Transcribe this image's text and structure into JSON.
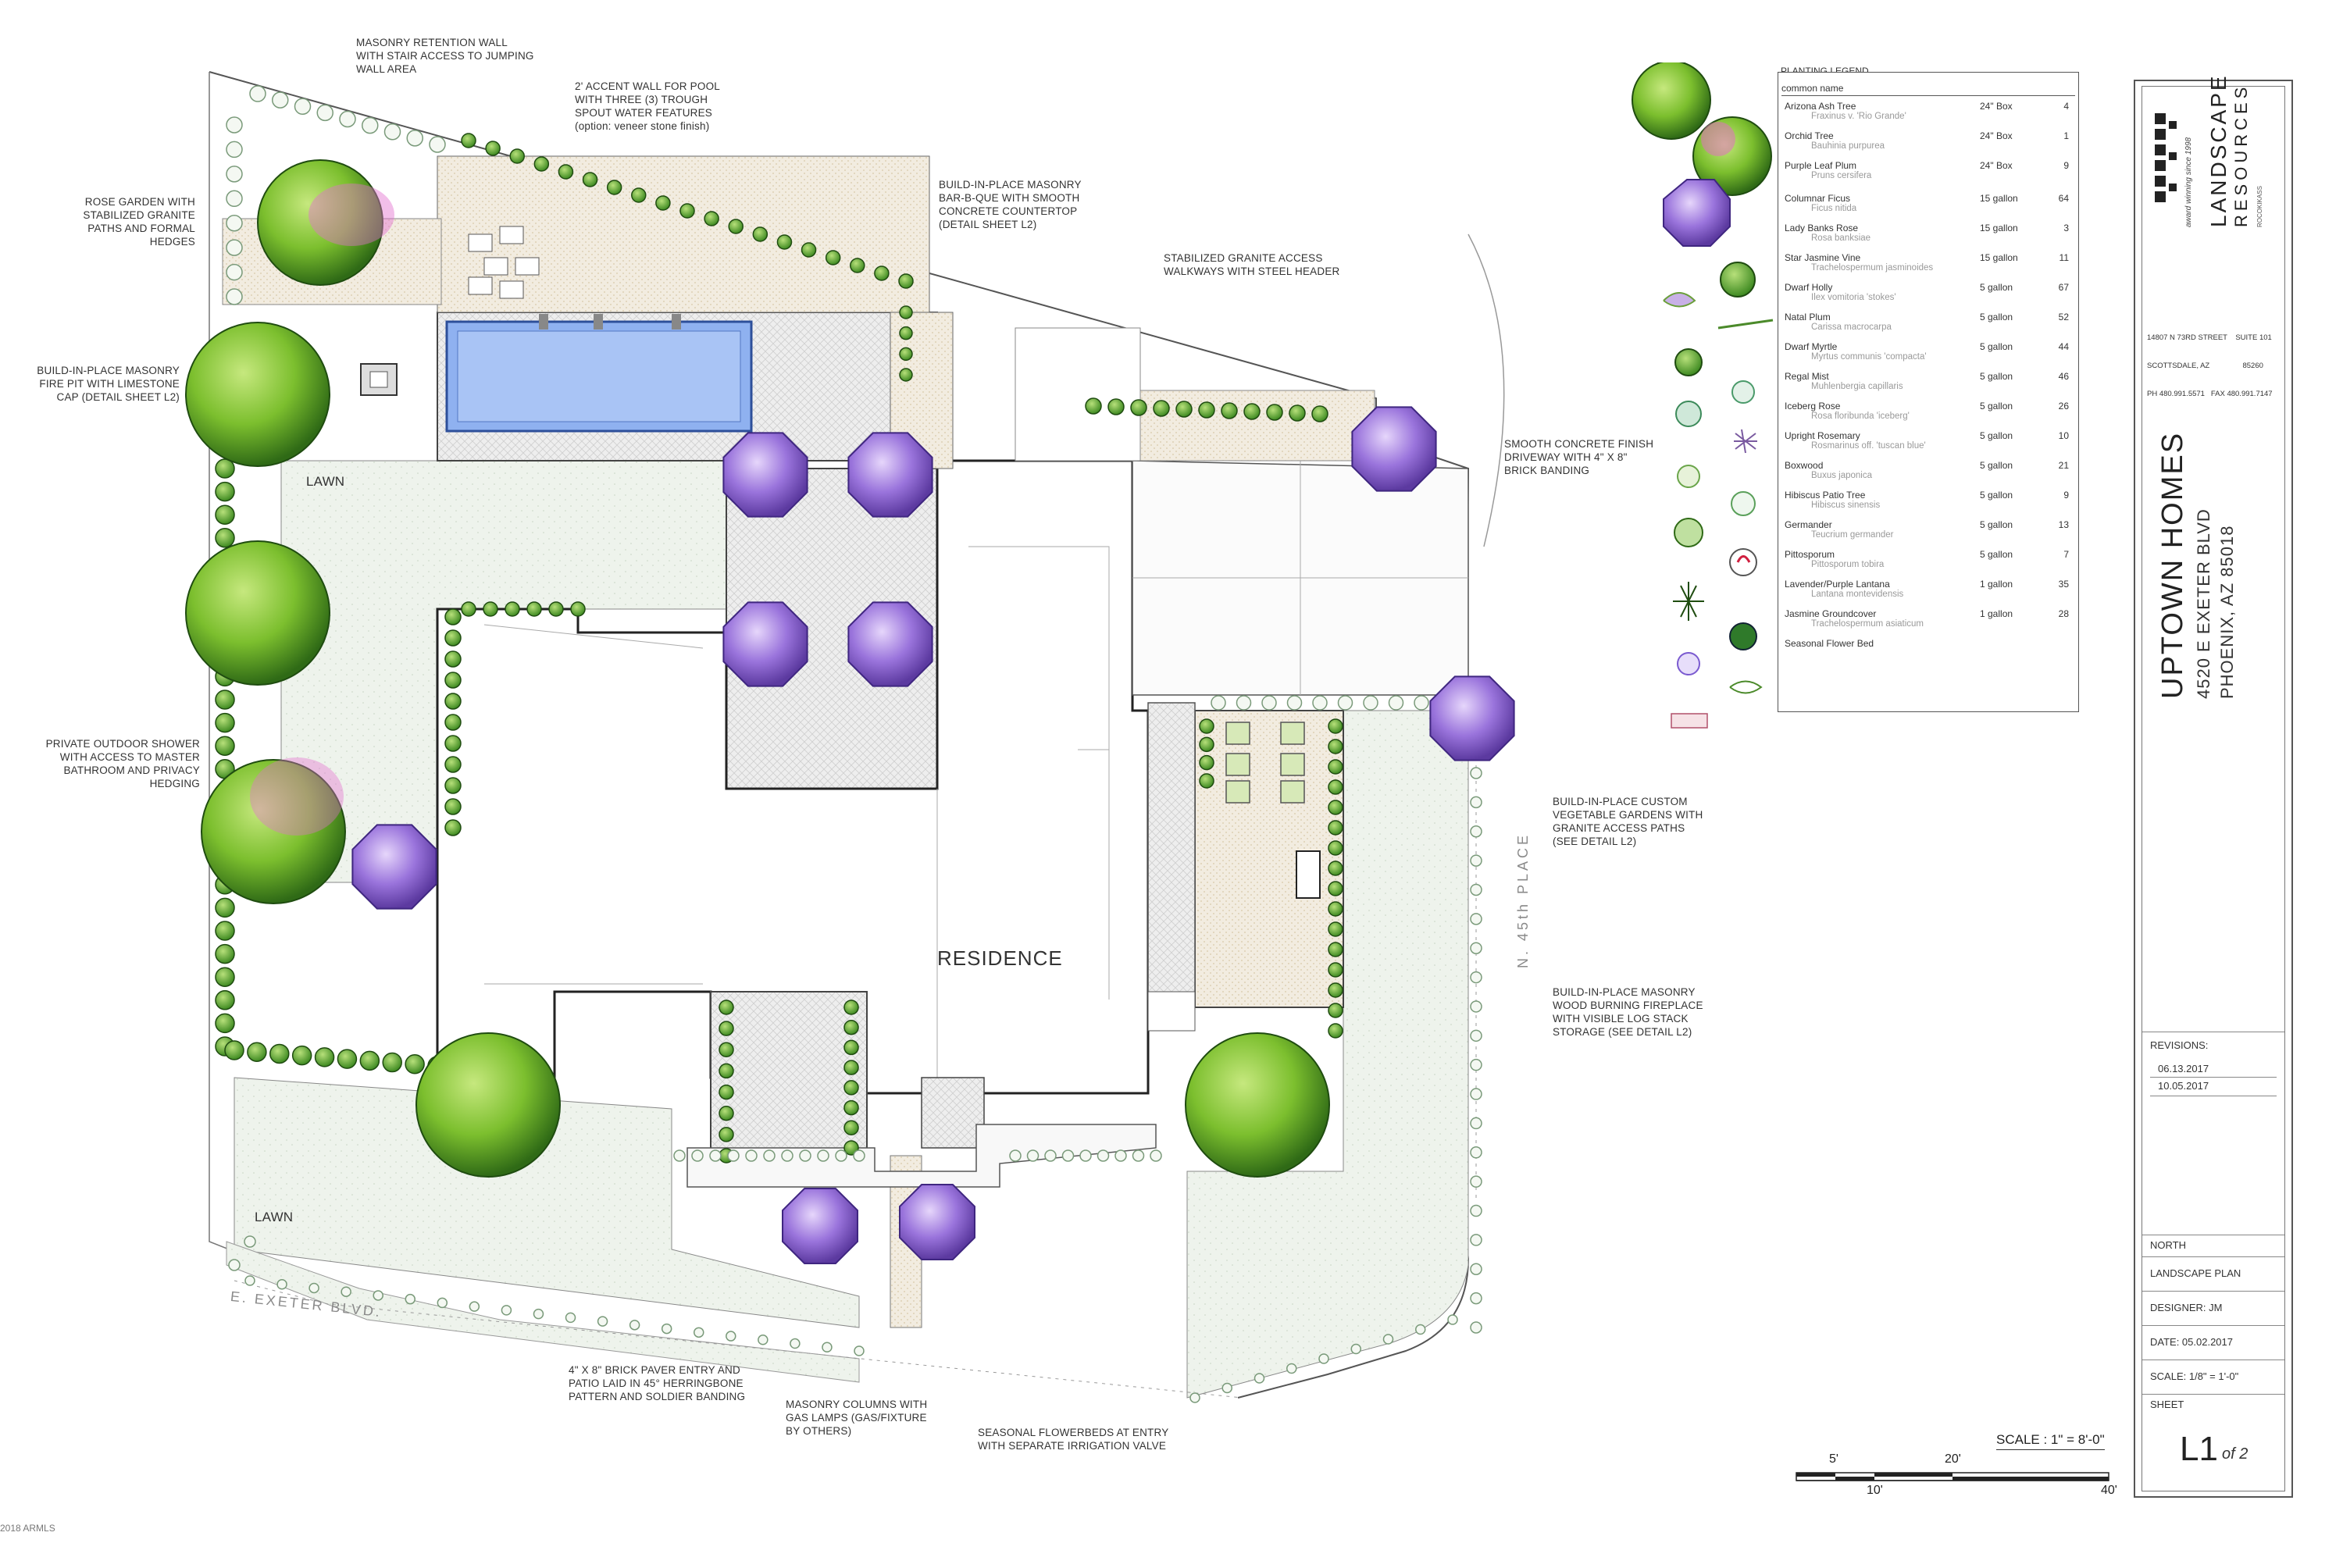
{
  "plan": {
    "residence_label": "RESIDENCE",
    "lawn_north": "LAWN",
    "lawn_south": "LAWN",
    "street_south": "E. EXETER BLVD.",
    "street_east": "N. 45th PLACE"
  },
  "annotations": {
    "retention_wall": [
      "MASONRY RETENTION WALL",
      "WITH STAIR ACCESS TO JUMPING",
      "WALL AREA"
    ],
    "accent_wall": [
      "2' ACCENT WALL FOR POOL",
      "WITH THREE (3) TROUGH",
      "SPOUT WATER FEATURES",
      "(option: veneer stone finish)"
    ],
    "rose_garden": [
      "ROSE GARDEN WITH",
      "STABILIZED GRANITE",
      "PATHS AND FORMAL HEDGES"
    ],
    "bbq": [
      "BUILD-IN-PLACE MASONRY",
      "BAR-B-QUE WITH SMOOTH",
      "CONCRETE COUNTERTOP",
      "(DETAIL SHEET L2)"
    ],
    "granite_walkways": [
      "STABILIZED GRANITE ACCESS",
      "WALKWAYS WITH STEEL HEADER"
    ],
    "fire_pit": [
      "BUILD-IN-PLACE MASONRY",
      "FIRE PIT WITH LIMESTONE",
      "CAP (DETAIL SHEET L2)"
    ],
    "driveway": [
      "SMOOTH CONCRETE FINISH",
      "DRIVEWAY WITH 4\" X 8\"",
      "BRICK BANDING"
    ],
    "shower": [
      "PRIVATE OUTDOOR SHOWER",
      "WITH ACCESS TO MASTER",
      "BATHROOM AND PRIVACY",
      "HEDGING"
    ],
    "vegetable": [
      "BUILD-IN-PLACE CUSTOM",
      "VEGETABLE GARDENS WITH",
      "GRANITE ACCESS PATHS",
      "(SEE DETAIL L2)"
    ],
    "fireplace": [
      "BUILD-IN-PLACE MASONRY",
      "WOOD BURNING FIREPLACE",
      "WITH VISIBLE LOG STACK",
      "STORAGE (SEE DETAIL L2)"
    ],
    "brick_paver": [
      "4\" X 8\" BRICK PAVER ENTRY AND",
      "PATIO LAID IN 45° HERRINGBONE",
      "PATTERN AND SOLDIER BANDING"
    ],
    "columns": [
      "MASONRY COLUMNS WITH",
      "GAS LAMPS (GAS/FIXTURE",
      "BY OTHERS)"
    ],
    "flowerbeds": [
      "SEASONAL FLOWERBEDS AT ENTRY",
      "WITH SEPARATE IRRIGATION VALVE"
    ]
  },
  "legend": {
    "title": "PLANTING LEGEND",
    "column": "common name",
    "rows": [
      {
        "common": "Arizona Ash Tree",
        "botanical": "Fraxinus v. 'Rio Grande'",
        "size": "24\" Box",
        "qty": "4"
      },
      {
        "common": "Orchid Tree",
        "botanical": "Bauhinia purpurea",
        "size": "24\" Box",
        "qty": "1"
      },
      {
        "common": "Purple Leaf Plum",
        "botanical": "Pruns cersifera",
        "size": "24\" Box",
        "qty": "9"
      },
      {
        "common": "Columnar Ficus",
        "botanical": "Ficus nitida",
        "size": "15 gallon",
        "qty": "64"
      },
      {
        "common": "Lady Banks Rose",
        "botanical": "Rosa banksiae",
        "size": "15 gallon",
        "qty": "3"
      },
      {
        "common": "Star Jasmine Vine",
        "botanical": "Trachelospermum jasminoides",
        "size": "15 gallon",
        "qty": "11"
      },
      {
        "common": "Dwarf Holly",
        "botanical": "Ilex vomitoria 'stokes'",
        "size": "5 gallon",
        "qty": "67"
      },
      {
        "common": "Natal Plum",
        "botanical": "Carissa macrocarpa",
        "size": "5 gallon",
        "qty": "52"
      },
      {
        "common": "Dwarf Myrtle",
        "botanical": "Myrtus communis 'compacta'",
        "size": "5 gallon",
        "qty": "44"
      },
      {
        "common": "Regal Mist",
        "botanical": "Muhlenbergia capillaris",
        "size": "5 gallon",
        "qty": "46"
      },
      {
        "common": "Iceberg Rose",
        "botanical": "Rosa floribunda 'iceberg'",
        "size": "5 gallon",
        "qty": "26"
      },
      {
        "common": "Upright Rosemary",
        "botanical": "Rosmarinus off. 'tuscan blue'",
        "size": "5 gallon",
        "qty": "10"
      },
      {
        "common": "Boxwood",
        "botanical": "Buxus japonica",
        "size": "5 gallon",
        "qty": "21"
      },
      {
        "common": "Hibiscus Patio Tree",
        "botanical": "Hibiscus sinensis",
        "size": "5 gallon",
        "qty": "9"
      },
      {
        "common": "Germander",
        "botanical": "Teucrium germander",
        "size": "5 gallon",
        "qty": "13"
      },
      {
        "common": "Pittosporum",
        "botanical": "Pittosporum tobira",
        "size": "5 gallon",
        "qty": "7"
      },
      {
        "common": "Lavender/Purple Lantana",
        "botanical": "Lantana montevidensis",
        "size": "1 gallon",
        "qty": "35"
      },
      {
        "common": "Jasmine Groundcover",
        "botanical": "Trachelospermum asiaticum",
        "size": "1 gallon",
        "qty": "28"
      },
      {
        "common": "Seasonal Flower Bed",
        "botanical": "",
        "size": "",
        "qty": ""
      }
    ]
  },
  "titleblock": {
    "company_line1": "LANDSCAPE",
    "company_line2": "RESOURCES",
    "company_tag": "award winning since 1998",
    "company_side": "ROCOKIKASS",
    "address": "14807 N 73RD STREET    SUITE 101",
    "city": "SCOTTSDALE, AZ                85260",
    "phone": "PH 480.991.5571   FAX 480.991.7147",
    "project": "UPTOWN HOMES",
    "project_addr1": "4520 E EXETER BLVD",
    "project_addr2": "PHOENIX, AZ 85018",
    "revisions_label": "REVISIONS:",
    "revision1": "06.13.2017",
    "revision2": "10.05.2017",
    "north": "NORTH",
    "plan_name": "LANDSCAPE PLAN",
    "designer": "DESIGNER: JM",
    "date": "DATE: 05.02.2017",
    "scale": "SCALE: 1/8\" = 1'-0\"",
    "sheet_label": "SHEET",
    "sheet_num": "L1",
    "sheet_of": "of 2"
  },
  "scalebar": {
    "title": "SCALE : 1\" = 8'-0\"",
    "ticks": [
      "5'",
      "10'",
      "20'",
      "40'"
    ]
  },
  "copyright": "2018 ARMLS",
  "colors": {
    "tree_green": "#7cbf2e",
    "tree_dark": "#3f7a1e",
    "purple": "#8a5ed0",
    "pool": "#7fa8ee",
    "lawn": "#e8efe6",
    "paving": "#e6e6e6"
  }
}
